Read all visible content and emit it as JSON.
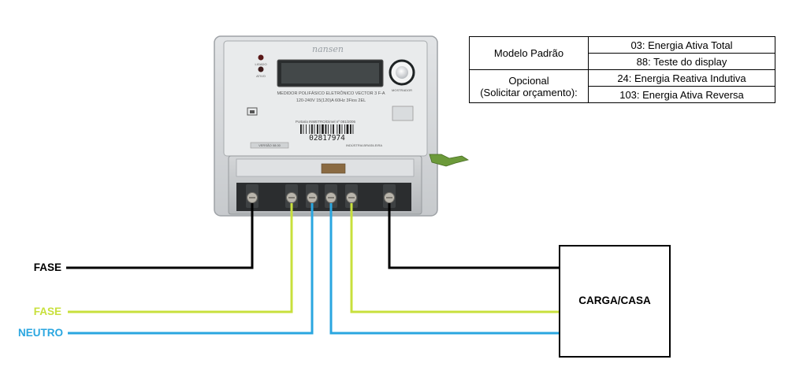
{
  "meter": {
    "brand": "nansen",
    "button_labels": [
      "LIGADO",
      "ATIVO"
    ],
    "model_line": "MEDIDOR POLIFÁSICO ELETRÔNICO VECTOR 3 F-A",
    "specs_line": "120-240V   15(120)A   60Hz   3Fios   2EL",
    "cert_lines": [
      "Portaria INMETRO/Dimel nº 081/2006"
    ],
    "serial": "02817974",
    "footer_left": "VERSÃO 08.00",
    "footer_right": "INDÚSTRIA BRASILEIRA",
    "dial_label": "MOSTRADOR"
  },
  "table": {
    "rows": [
      {
        "group": "Modelo Padrão",
        "options": [
          "03: Energia Ativa Total",
          "88: Teste do display"
        ]
      },
      {
        "group": "Opcional\n(Solicitar orçamento):",
        "options": [
          "24: Energia Reativa Indutiva",
          "103: Energia Ativa Reversa"
        ]
      }
    ]
  },
  "wiring": {
    "labels": {
      "fase_black": "FASE",
      "fase_green": "FASE",
      "neutro": "NEUTRO",
      "load": "CARGA/CASA"
    },
    "colors": {
      "black": "#000000",
      "green": "#c8e03c",
      "blue": "#2aa6e0"
    }
  }
}
